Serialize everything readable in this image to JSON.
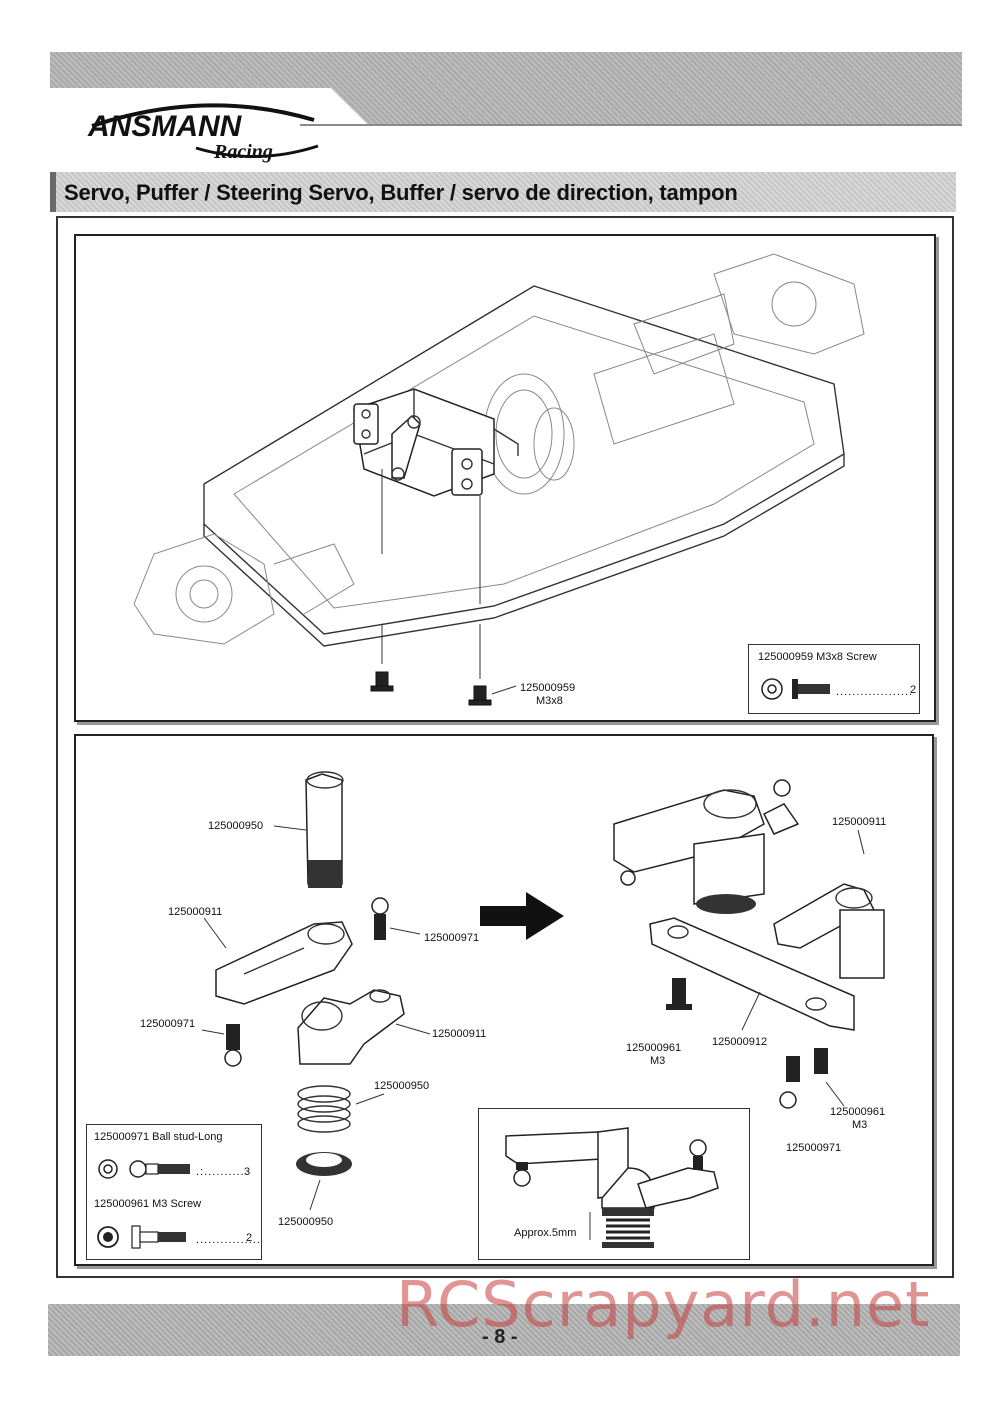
{
  "header": {
    "brand": "ANSMANN",
    "brand_sub": "Racing"
  },
  "page_title": "Servo, Puffer / Steering Servo, Buffer / servo de direction, tampon",
  "top_panel": {
    "screw_callout_code": "125000959",
    "screw_callout_size": "M3x8",
    "parts_box": {
      "title": "125000959 M3x8 Screw",
      "qty": "2"
    }
  },
  "bottom_panel": {
    "labels": {
      "post": "125000950",
      "arm_left": "125000911",
      "ball_stud_right": "125000971",
      "ball_stud_left": "125000971",
      "arm_lower": "125000911",
      "spring": "125000950",
      "ring": "125000950",
      "arm_assembled": "125000911",
      "screw_a_code": "125000961",
      "screw_a_size": "M3",
      "link": "125000912",
      "screw_b_code": "125000961",
      "screw_b_size": "M3",
      "ball_stud_bottom": "125000971"
    },
    "parts_box": {
      "item1_title": "125000971  Ball stud-Long",
      "item1_qty": "3",
      "item2_title": "125000961  M3  Screw",
      "item2_qty": "2"
    },
    "detail_note": "Approx.5mm"
  },
  "footer": {
    "page_number": "- 8 -",
    "watermark": "RCScrapyard.net"
  },
  "colors": {
    "band": "#b4b4b4",
    "watermark": "#c83c3c"
  }
}
